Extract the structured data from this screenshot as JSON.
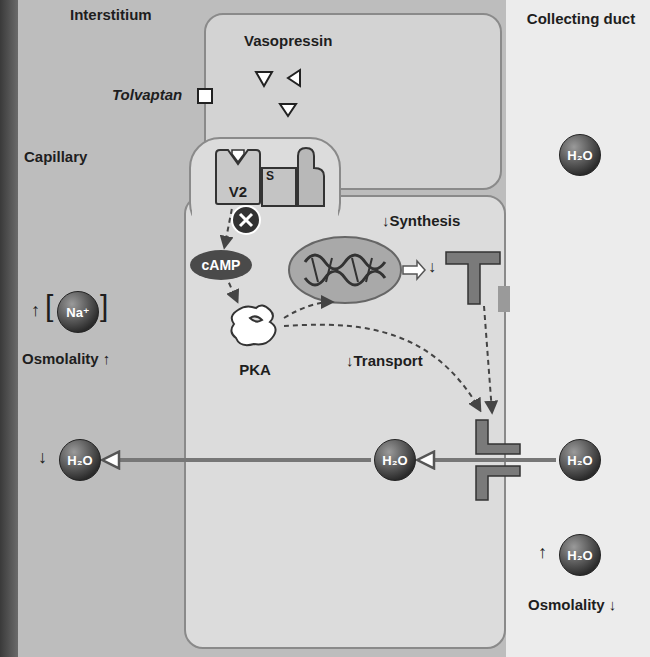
{
  "diagram": {
    "nodes": [
      {
        "text": [
          "V2"
        ]
      },
      {
        "text": [
          "cAMP"
        ]
      },
      {
        "text": [
          "PKA"
        ]
      },
      {
        "text": [
          "H₂O"
        ]
      },
      {
        "text": [
          "Na⁺"
        ]
      },
      {
        "text": [
          "H₂O"
        ]
      },
      {
        "text": [
          "H₂O"
        ]
      },
      {
        "text": [
          "H₂O"
        ]
      },
      {
        "text": [
          "H₂O"
        ]
      }
    ],
    "edges": [
      {
        "from": 0,
        "to": 1,
        "arrow": "to"
      },
      {
        "from": 1,
        "to": 2,
        "arrow": "to"
      },
      {
        "from": 6,
        "to": 5,
        "arrow": "to"
      },
      {
        "from": 7,
        "to": 6,
        "arrow": "to"
      }
    ],
    "labels": [
      "Interstitium",
      "Tolvaptan",
      "Vasopressin",
      "Capillary",
      "Collecting duct",
      "S",
      "↓Synthesis",
      "↓",
      "↑",
      "[",
      "]",
      "Osmolality ↑",
      "↓Transport",
      "↓",
      "↑",
      "Osmolality ↓"
    ]
  }
}
